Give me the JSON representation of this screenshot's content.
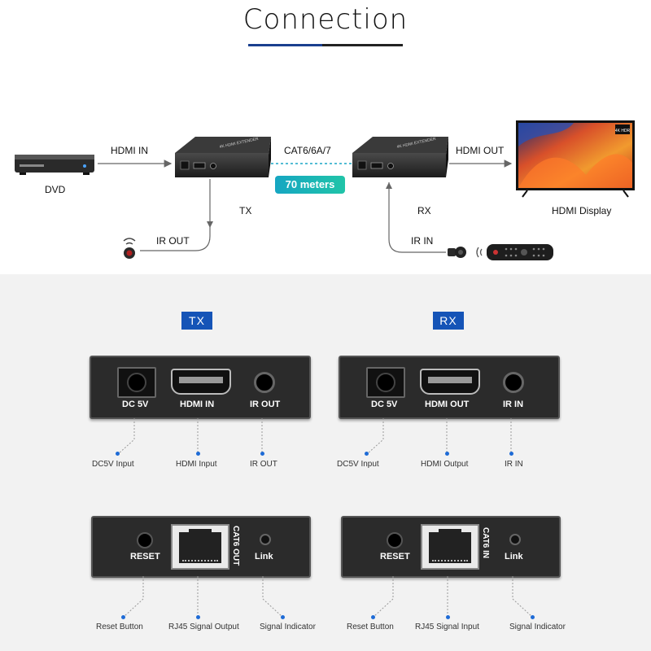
{
  "title": "Connection",
  "top": {
    "hdmi_in": "HDMI IN",
    "cable": "CAT6/6A/7",
    "hdmi_out": "HDMI OUT",
    "distance": "70 meters",
    "dvd": "DVD",
    "tx": "TX",
    "rx": "RX",
    "display": "HDMI Display",
    "ir_out": "IR OUT",
    "ir_in": "IR IN",
    "device_text": "4K HDMI EXTENDER",
    "tv_badge": "4K HDR"
  },
  "tx_panel": {
    "tag": "TX",
    "ports": [
      "DC 5V",
      "HDMI IN",
      "IR OUT"
    ],
    "captions": [
      "DC5V Input",
      "HDMI Input",
      "IR OUT"
    ],
    "rear": {
      "reset": "RESET",
      "rj45": "CAT6 OUT",
      "link": "Link"
    },
    "rear_captions": [
      "Reset Button",
      "RJ45 Signal Output",
      "Signal Indicator"
    ]
  },
  "rx_panel": {
    "tag": "RX",
    "ports": [
      "DC 5V",
      "HDMI OUT",
      "IR IN"
    ],
    "captions": [
      "DC5V Input",
      "HDMI Output",
      "IR IN"
    ],
    "rear": {
      "reset": "RESET",
      "rj45": "CAT6 IN",
      "link": "Link"
    },
    "rear_captions": [
      "Reset Button",
      "RJ45 Signal Input",
      "Signal Indicator"
    ]
  },
  "colors": {
    "accent": "#1554b7",
    "panel": "#2b2b2b",
    "badge_start": "#16a6c2",
    "badge_end": "#20c4a8"
  }
}
